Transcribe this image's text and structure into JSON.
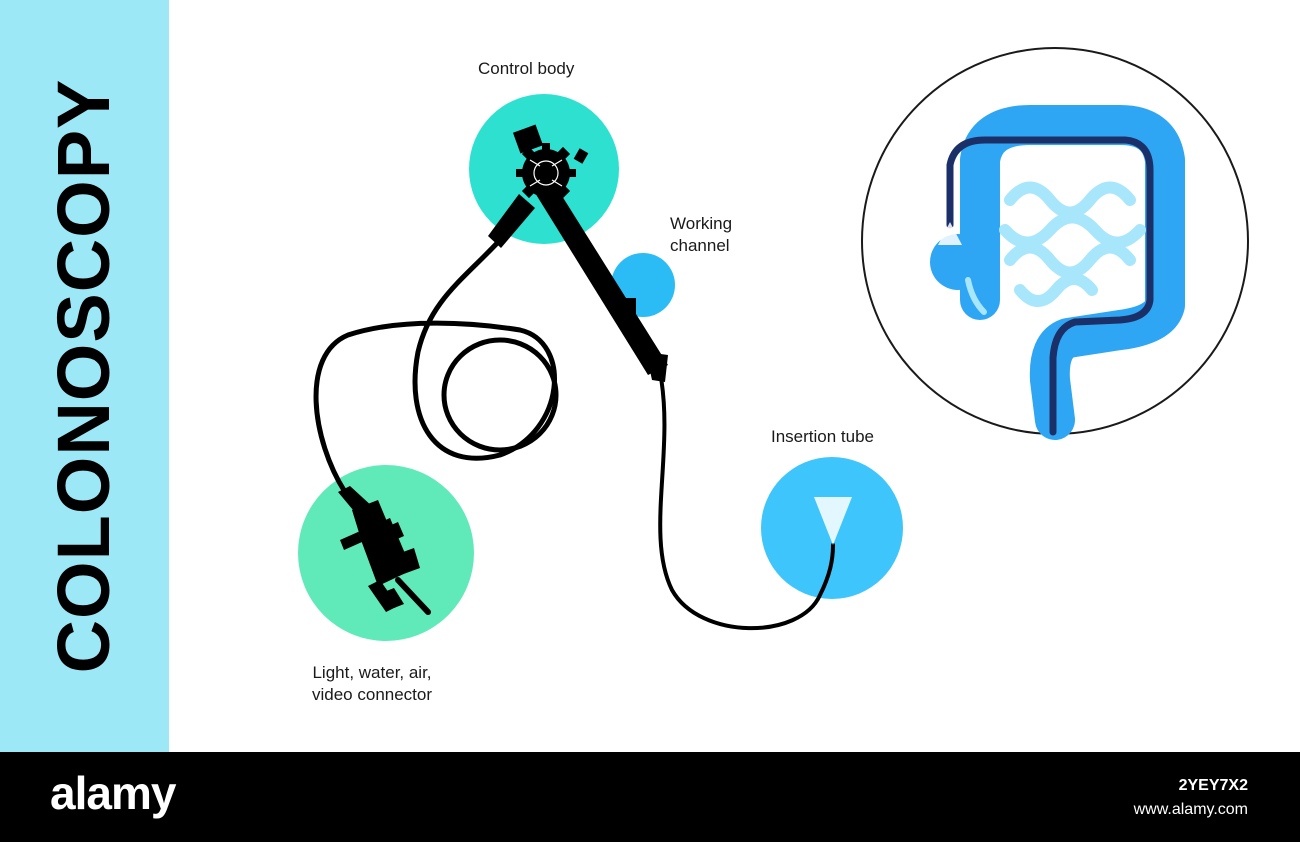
{
  "title": "COLONOSCOPY",
  "labels": {
    "control_body": "Control body",
    "working_channel": [
      "Working",
      "channel"
    ],
    "insertion_tube": "Insertion tube",
    "connector": [
      "Light, water, air,",
      "video connector"
    ]
  },
  "footer": {
    "brand": "alamy",
    "image_id": "2YEY7X2",
    "site": "www.alamy.com"
  },
  "colors": {
    "sidebar": "#9de8f6",
    "control_body_circle": "#2ee0cf",
    "working_channel_circle": "#2bbcf5",
    "insertion_tube_circle": "#3ec5fb",
    "connector_circle": "#60e9b9",
    "colon": "#2fa6f3",
    "small_intestine": "#a8e6fb",
    "scope": "#000000",
    "scope_in_colon": "#1b3068",
    "footer": "#000000"
  },
  "icons": [
    "endoscope-icon",
    "colon-icon",
    "scope-tip-light-icon"
  ]
}
